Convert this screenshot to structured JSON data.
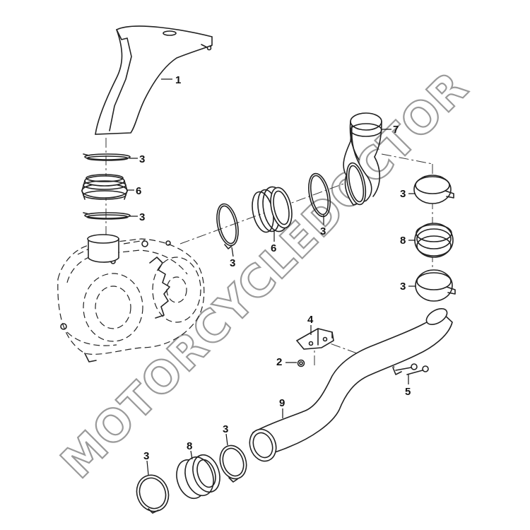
{
  "callouts": [
    {
      "id": "c1",
      "label": "1"
    },
    {
      "id": "c2",
      "label": "2"
    },
    {
      "id": "c3a",
      "label": "3"
    },
    {
      "id": "c3b",
      "label": "3"
    },
    {
      "id": "c3c",
      "label": "3"
    },
    {
      "id": "c3d",
      "label": "3"
    },
    {
      "id": "c3e",
      "label": "3"
    },
    {
      "id": "c3f",
      "label": "3"
    },
    {
      "id": "c3g",
      "label": "3"
    },
    {
      "id": "c3h",
      "label": "3"
    },
    {
      "id": "c4",
      "label": "4"
    },
    {
      "id": "c5",
      "label": "5"
    },
    {
      "id": "c6a",
      "label": "6"
    },
    {
      "id": "c6b",
      "label": "6"
    },
    {
      "id": "c7",
      "label": "7"
    },
    {
      "id": "c8a",
      "label": "8"
    },
    {
      "id": "c8b",
      "label": "8"
    },
    {
      "id": "c9",
      "label": "9"
    }
  ],
  "watermark": {
    "text": "MOTORCYCLEDOCTOR"
  }
}
